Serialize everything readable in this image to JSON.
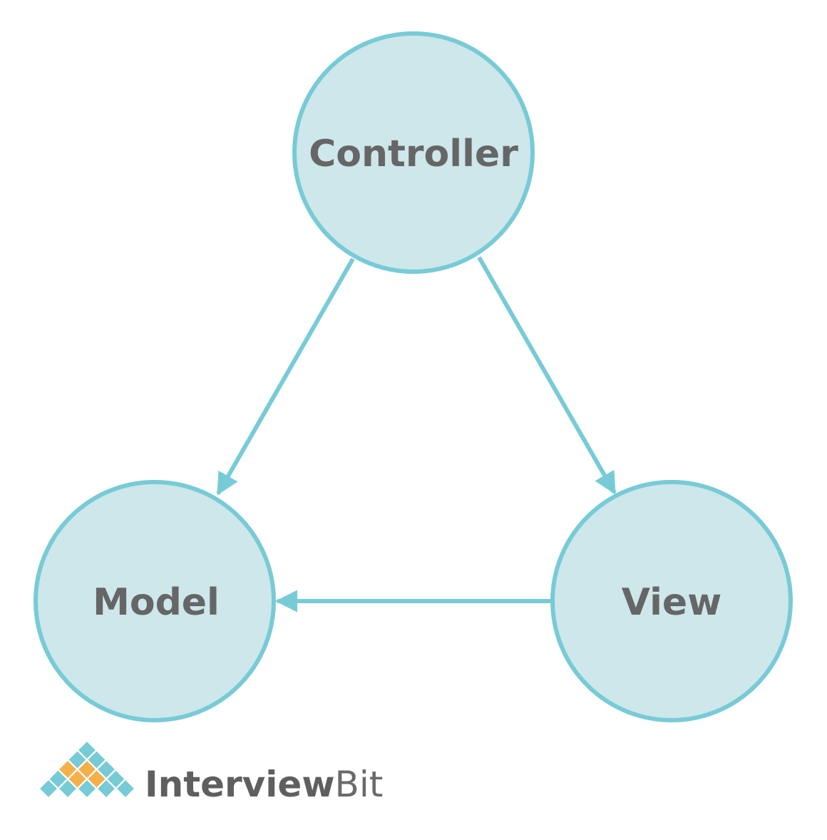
{
  "colors": {
    "node_fill": "#cde7ea",
    "node_stroke": "#77cbd6",
    "arrow": "#77cbd6",
    "label_text": "#666666",
    "logo_teal": "#77cbd6",
    "logo_orange": "#f5b04a"
  },
  "nodes": {
    "controller": {
      "label": "Controller"
    },
    "model": {
      "label": "Model"
    },
    "view": {
      "label": "View"
    }
  },
  "edges": [
    {
      "from": "Controller",
      "to": "Model"
    },
    {
      "from": "Controller",
      "to": "View"
    },
    {
      "from": "View",
      "to": "Model"
    }
  ],
  "brand": {
    "name_bold": "Interview",
    "name_light": "Bit",
    "logo_icon": "pyramid-diamond-grid-icon"
  }
}
